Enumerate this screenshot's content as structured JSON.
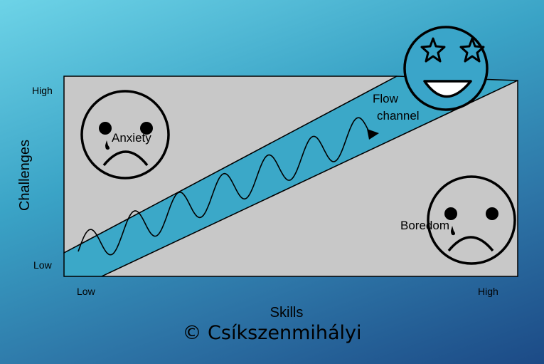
{
  "axes": {
    "y_label": "Challenges",
    "x_label": "Skills",
    "y_high": "High",
    "y_low": "Low",
    "x_low": "Low",
    "x_high": "High"
  },
  "regions": {
    "anxiety": "Anxiety",
    "flow_line1": "Flow",
    "flow_line2": "channel",
    "boredom": "Boredom"
  },
  "credit": "© Csíkszenmihályi",
  "colors": {
    "background_top": "#6dd3e7",
    "background_bottom": "#1c4a86",
    "plot_fill": "#c8c8c8",
    "channel_fill": "#3ba8c8",
    "stroke": "#000000"
  },
  "icons": {
    "anxiety": "sad-tear-face-icon",
    "flow": "star-eyes-grin-face-icon",
    "boredom": "sad-tear-face-icon"
  }
}
